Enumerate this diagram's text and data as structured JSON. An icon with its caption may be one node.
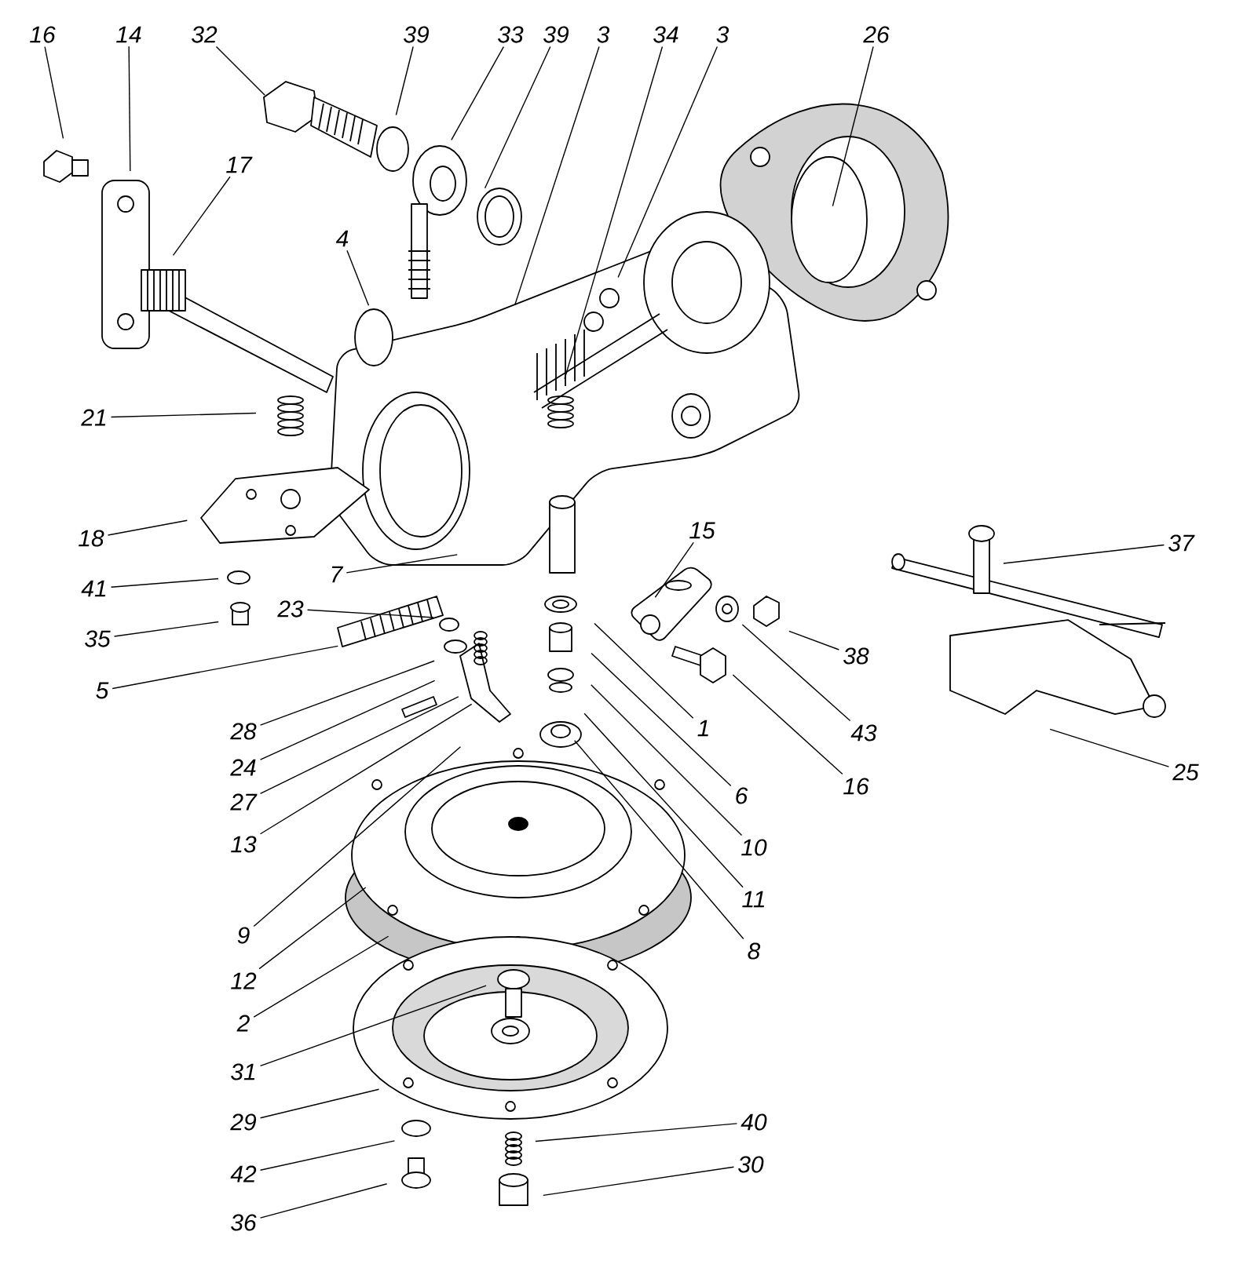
{
  "diagram": {
    "nodes": [
      {
        "text": [
          "16"
        ]
      },
      {
        "text": [
          "14"
        ]
      },
      {
        "text": [
          "32"
        ]
      },
      {
        "text": [
          "39"
        ]
      },
      {
        "text": [
          "33"
        ]
      },
      {
        "text": [
          "39"
        ]
      },
      {
        "text": [
          "3"
        ]
      },
      {
        "text": [
          "34"
        ]
      },
      {
        "text": [
          "3"
        ]
      },
      {
        "text": [
          "26"
        ]
      },
      {
        "text": [
          "17"
        ]
      },
      {
        "text": [
          "4"
        ]
      },
      {
        "text": [
          "21"
        ]
      },
      {
        "text": [
          "18"
        ]
      },
      {
        "text": [
          "15"
        ]
      },
      {
        "text": [
          "37"
        ]
      },
      {
        "text": [
          "7"
        ]
      },
      {
        "text": [
          "41"
        ]
      },
      {
        "text": [
          "23"
        ]
      },
      {
        "text": [
          "35"
        ]
      },
      {
        "text": [
          "38"
        ]
      },
      {
        "text": [
          "5"
        ]
      },
      {
        "text": [
          "1"
        ]
      },
      {
        "text": [
          "43"
        ]
      },
      {
        "text": [
          "28"
        ]
      },
      {
        "text": [
          "24"
        ]
      },
      {
        "text": [
          "16"
        ]
      },
      {
        "text": [
          "6"
        ]
      },
      {
        "text": [
          "25"
        ]
      },
      {
        "text": [
          "27"
        ]
      },
      {
        "text": [
          "13"
        ]
      },
      {
        "text": [
          "10"
        ]
      },
      {
        "text": [
          "11"
        ]
      },
      {
        "text": [
          "9"
        ]
      },
      {
        "text": [
          "8"
        ]
      },
      {
        "text": [
          "12"
        ]
      },
      {
        "text": [
          "2"
        ]
      },
      {
        "text": [
          "31"
        ]
      },
      {
        "text": [
          "29"
        ]
      },
      {
        "text": [
          "40"
        ]
      },
      {
        "text": [
          "42"
        ]
      },
      {
        "text": [
          "30"
        ]
      },
      {
        "text": [
          "36"
        ]
      }
    ],
    "edges": [
      {
        "from": 0,
        "to": null,
        "arrow": "none"
      },
      {
        "from": 1,
        "to": null,
        "arrow": "none"
      },
      {
        "from": 2,
        "to": null,
        "arrow": "none"
      },
      {
        "from": 3,
        "to": null,
        "arrow": "none"
      },
      {
        "from": 4,
        "to": null,
        "arrow": "none"
      },
      {
        "from": 5,
        "to": null,
        "arrow": "none"
      },
      {
        "from": 6,
        "to": null,
        "arrow": "none"
      },
      {
        "from": 7,
        "to": null,
        "arrow": "none"
      },
      {
        "from": 8,
        "to": null,
        "arrow": "none"
      },
      {
        "from": 9,
        "to": null,
        "arrow": "none"
      },
      {
        "from": 10,
        "to": null,
        "arrow": "none"
      },
      {
        "from": 11,
        "to": null,
        "arrow": "none"
      },
      {
        "from": 12,
        "to": null,
        "arrow": "none"
      },
      {
        "from": 13,
        "to": null,
        "arrow": "none"
      },
      {
        "from": 14,
        "to": null,
        "arrow": "none"
      },
      {
        "from": 15,
        "to": null,
        "arrow": "none"
      },
      {
        "from": 16,
        "to": null,
        "arrow": "none"
      },
      {
        "from": 17,
        "to": null,
        "arrow": "none"
      },
      {
        "from": 18,
        "to": null,
        "arrow": "none"
      },
      {
        "from": 19,
        "to": null,
        "arrow": "none"
      },
      {
        "from": 20,
        "to": null,
        "arrow": "none"
      },
      {
        "from": 21,
        "to": null,
        "arrow": "none"
      },
      {
        "from": 22,
        "to": null,
        "arrow": "none"
      },
      {
        "from": 23,
        "to": null,
        "arrow": "none"
      },
      {
        "from": 24,
        "to": null,
        "arrow": "none"
      },
      {
        "from": 25,
        "to": null,
        "arrow": "none"
      },
      {
        "from": 26,
        "to": null,
        "arrow": "none"
      },
      {
        "from": 27,
        "to": null,
        "arrow": "none"
      },
      {
        "from": 28,
        "to": null,
        "arrow": "none"
      },
      {
        "from": 29,
        "to": null,
        "arrow": "none"
      },
      {
        "from": 30,
        "to": null,
        "arrow": "none"
      },
      {
        "from": 31,
        "to": null,
        "arrow": "none"
      },
      {
        "from": 32,
        "to": null,
        "arrow": "none"
      },
      {
        "from": 33,
        "to": null,
        "arrow": "none"
      },
      {
        "from": 34,
        "to": null,
        "arrow": "none"
      },
      {
        "from": 35,
        "to": null,
        "arrow": "none"
      },
      {
        "from": 36,
        "to": null,
        "arrow": "none"
      },
      {
        "from": 37,
        "to": null,
        "arrow": "none"
      },
      {
        "from": 38,
        "to": null,
        "arrow": "none"
      },
      {
        "from": 39,
        "to": null,
        "arrow": "none"
      },
      {
        "from": 40,
        "to": null,
        "arrow": "none"
      },
      {
        "from": 41,
        "to": null,
        "arrow": "none"
      },
      {
        "from": 42,
        "to": null,
        "arrow": "none"
      }
    ]
  }
}
